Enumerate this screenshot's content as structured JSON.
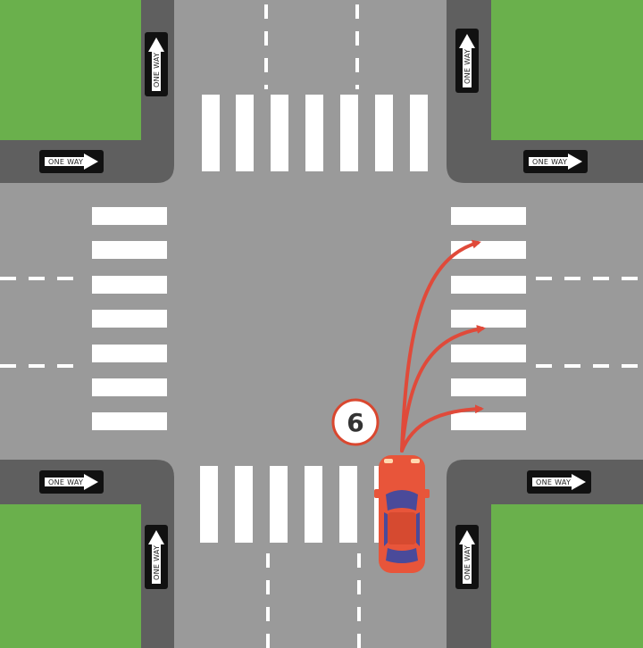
{
  "colors": {
    "grass": "#6ab04c",
    "road": "#9a9a9a",
    "sidewalk": "#5f5f5f",
    "marking": "#ffffff",
    "car_body": "#e8553a",
    "car_window": "#4a4a9a",
    "path_arrow": "#e04a3a",
    "badge_border": "#d9472f"
  },
  "signs": {
    "one_way_text": "ONE WAY",
    "icon": "one-way-arrow-icon"
  },
  "badge": {
    "label": "6"
  },
  "car": {
    "icon": "car-top-view-icon",
    "paths": [
      "turn-right-far",
      "turn-right-middle",
      "turn-right-near"
    ]
  }
}
